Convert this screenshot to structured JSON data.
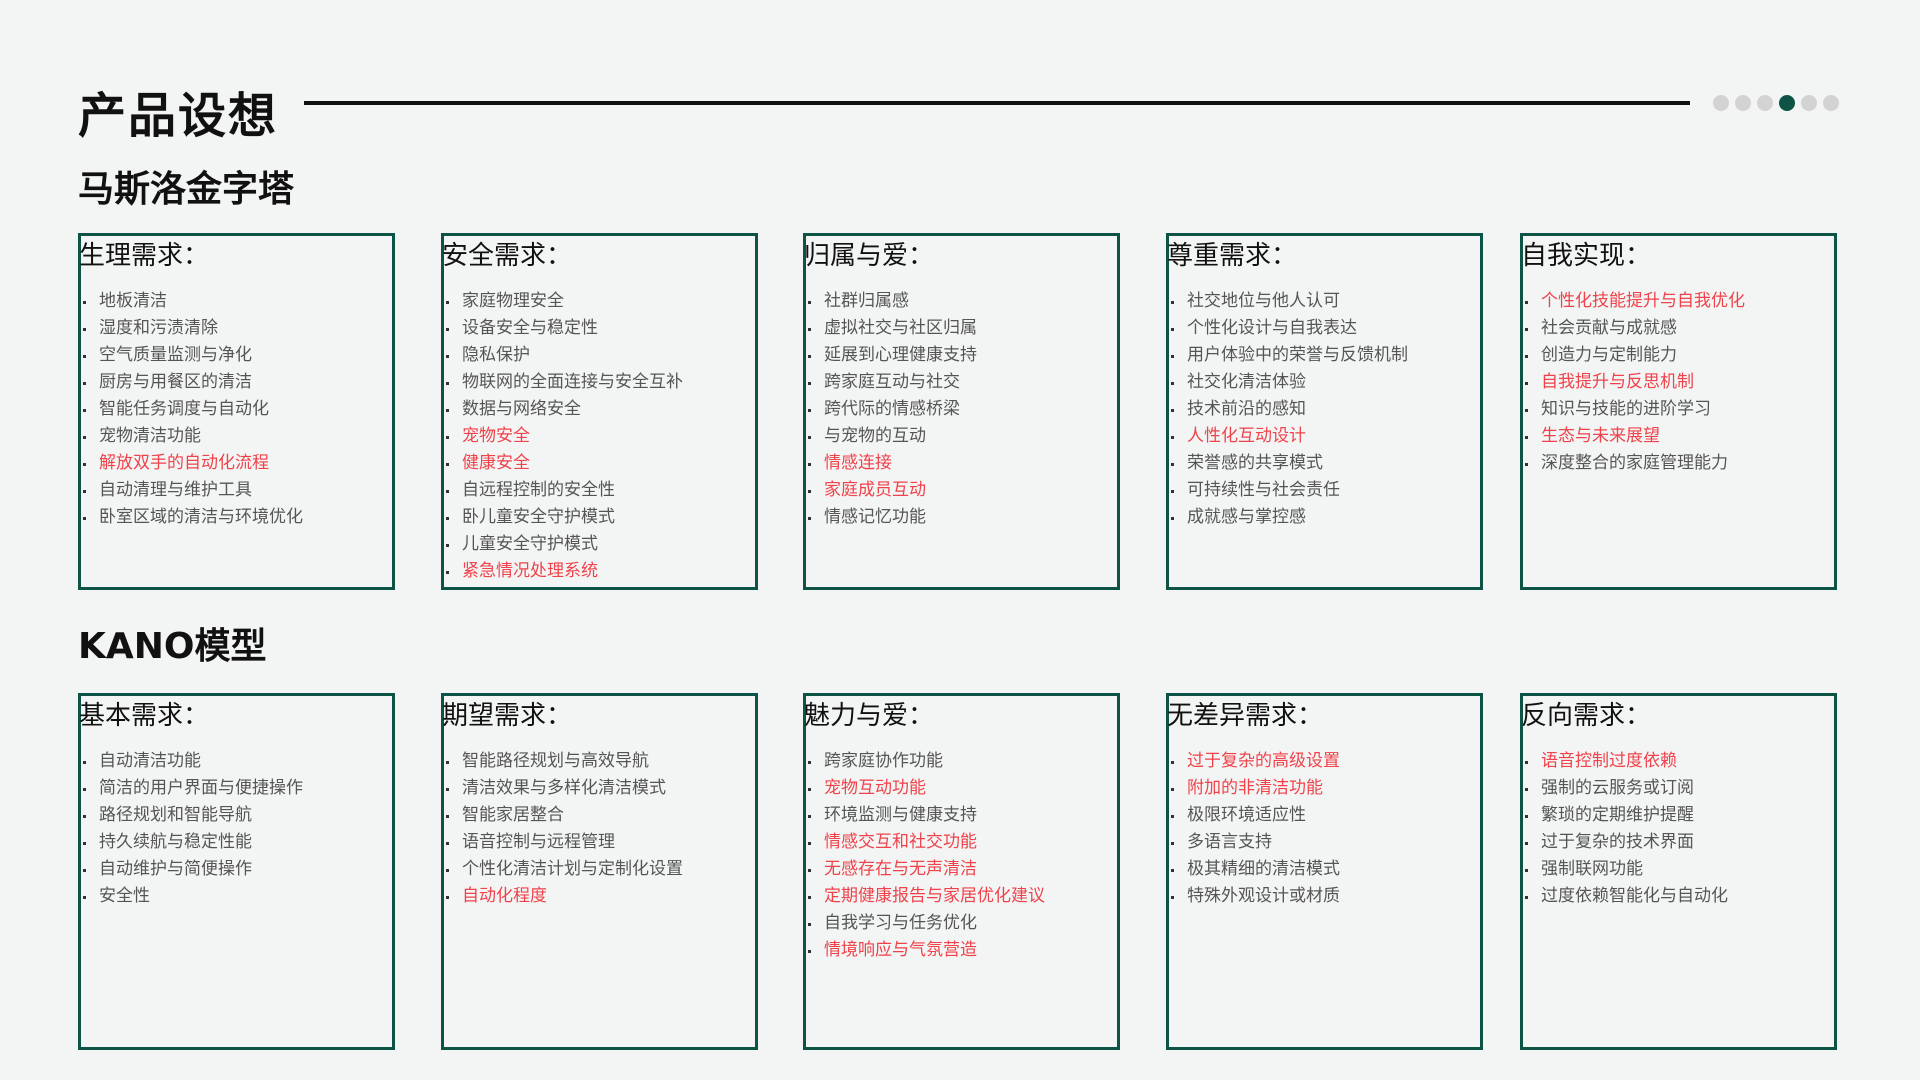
{
  "title": "产品设想",
  "pager": {
    "total": 6,
    "active": 4
  },
  "colors": {
    "accent": "#0d5446",
    "highlight": "#f0424b"
  },
  "sections": [
    {
      "title": "马斯洛金字塔",
      "boxes": [
        {
          "heading": "生理需求：",
          "items": [
            {
              "text": "地板清洁"
            },
            {
              "text": "湿度和污渍清除"
            },
            {
              "text": "空气质量监测与净化"
            },
            {
              "text": "厨房与用餐区的清洁"
            },
            {
              "text": "智能任务调度与自动化"
            },
            {
              "text": "宠物清洁功能"
            },
            {
              "text": "解放双手的自动化流程",
              "hl": true
            },
            {
              "text": "自动清理与维护工具"
            },
            {
              "text": "卧室区域的清洁与环境优化"
            }
          ]
        },
        {
          "heading": "安全需求：",
          "items": [
            {
              "text": "家庭物理安全"
            },
            {
              "text": "设备安全与稳定性"
            },
            {
              "text": "隐私保护"
            },
            {
              "text": "物联网的全面连接与安全互补"
            },
            {
              "text": "数据与网络安全"
            },
            {
              "text": "宠物安全",
              "hl": true
            },
            {
              "text": "健康安全",
              "hl": true
            },
            {
              "text": "自远程控制的安全性"
            },
            {
              "text": "卧儿童安全守护模式"
            },
            {
              "text": "儿童安全守护模式"
            },
            {
              "text": "紧急情况处理系统",
              "hl": true
            }
          ]
        },
        {
          "heading": "归属与爱：",
          "items": [
            {
              "text": "社群归属感"
            },
            {
              "text": "虚拟社交与社区归属"
            },
            {
              "text": "延展到心理健康支持"
            },
            {
              "text": "跨家庭互动与社交"
            },
            {
              "text": "跨代际的情感桥梁"
            },
            {
              "text": "与宠物的互动"
            },
            {
              "text": "情感连接",
              "hl": true
            },
            {
              "text": "家庭成员互动",
              "hl": true
            },
            {
              "text": "情感记忆功能"
            }
          ]
        },
        {
          "heading": "尊重需求：",
          "items": [
            {
              "text": "社交地位与他人认可"
            },
            {
              "text": "个性化设计与自我表达"
            },
            {
              "text": "用户体验中的荣誉与反馈机制"
            },
            {
              "text": "社交化清洁体验"
            },
            {
              "text": "技术前沿的感知"
            },
            {
              "text": "人性化互动设计",
              "hl": true
            },
            {
              "text": "荣誉感的共享模式"
            },
            {
              "text": "可持续性与社会责任"
            },
            {
              "text": "成就感与掌控感"
            }
          ]
        },
        {
          "heading": "自我实现：",
          "items": [
            {
              "text": "个性化技能提升与自我优化",
              "hl": true
            },
            {
              "text": "社会贡献与成就感"
            },
            {
              "text": "创造力与定制能力"
            },
            {
              "text": "自我提升与反思机制",
              "hl": true
            },
            {
              "text": "知识与技能的进阶学习"
            },
            {
              "text": "生态与未来展望",
              "hl": true
            },
            {
              "text": "深度整合的家庭管理能力"
            }
          ]
        }
      ]
    },
    {
      "title": "KANO模型",
      "boxes": [
        {
          "heading": "基本需求：",
          "items": [
            {
              "text": "自动清洁功能"
            },
            {
              "text": "简洁的用户界面与便捷操作"
            },
            {
              "text": "路径规划和智能导航"
            },
            {
              "text": "持久续航与稳定性能"
            },
            {
              "text": "自动维护与简便操作"
            },
            {
              "text": "安全性"
            }
          ]
        },
        {
          "heading": "期望需求：",
          "items": [
            {
              "text": "智能路径规划与高效导航"
            },
            {
              "text": "清洁效果与多样化清洁模式"
            },
            {
              "text": "智能家居整合"
            },
            {
              "text": "语音控制与远程管理"
            },
            {
              "text": "个性化清洁计划与定制化设置"
            },
            {
              "text": "自动化程度",
              "hl": true
            }
          ]
        },
        {
          "heading": "魅力与爱：",
          "items": [
            {
              "text": "跨家庭协作功能"
            },
            {
              "text": "宠物互动功能",
              "hl": true
            },
            {
              "text": "环境监测与健康支持"
            },
            {
              "text": "情感交互和社交功能",
              "hl": true
            },
            {
              "text": "无感存在与无声清洁",
              "hl": true
            },
            {
              "text": "定期健康报告与家居优化建议",
              "hl": true
            },
            {
              "text": "自我学习与任务优化"
            },
            {
              "text": "情境响应与气氛营造",
              "hl": true
            }
          ]
        },
        {
          "heading": "无差异需求：",
          "items": [
            {
              "text": "过于复杂的高级设置",
              "hl": true
            },
            {
              "text": "附加的非清洁功能",
              "hl": true
            },
            {
              "text": "极限环境适应性"
            },
            {
              "text": "多语言支持"
            },
            {
              "text": "极其精细的清洁模式"
            },
            {
              "text": "特殊外观设计或材质"
            }
          ]
        },
        {
          "heading": "反向需求：",
          "items": [
            {
              "text": "语音控制过度依赖",
              "hl": true
            },
            {
              "text": "强制的云服务或订阅"
            },
            {
              "text": "繁琐的定期维护提醒"
            },
            {
              "text": "过于复杂的技术界面"
            },
            {
              "text": "强制联网功能"
            },
            {
              "text": "过度依赖智能化与自动化"
            }
          ]
        }
      ]
    }
  ]
}
